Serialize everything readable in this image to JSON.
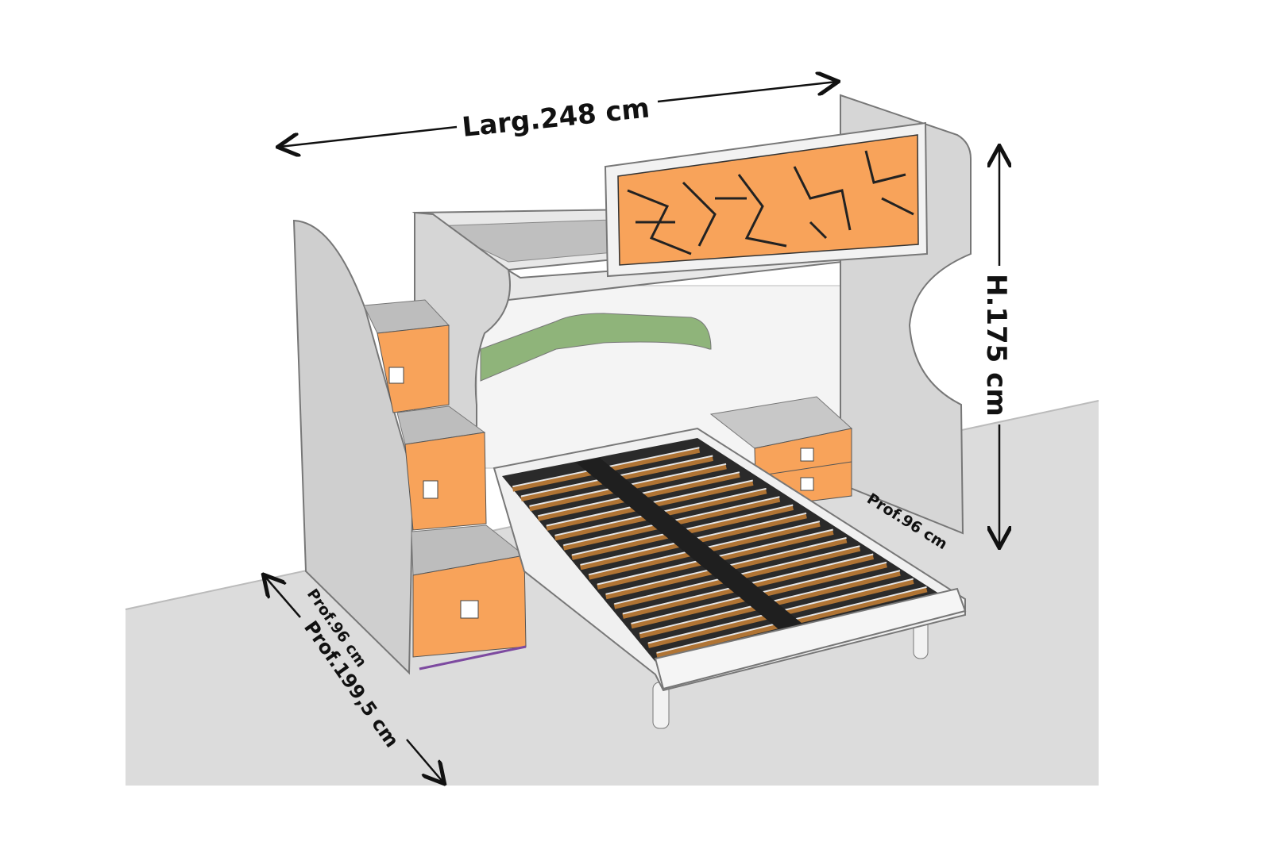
{
  "dimensions": {
    "width_label": "Larg.248 cm",
    "height_label": "H.175  cm",
    "depth_right_label": "Prof.96 cm",
    "depth_left_label": "Prof.96 cm",
    "depth_total_label": "Prof.199,5 cm"
  },
  "colors": {
    "floor": "#dcdcdc",
    "panel": "#d3d3d3",
    "orange": "#f8a35a",
    "green": "#8fb47a",
    "slat": "#b07434",
    "frame": "#2a2a2a"
  },
  "bed": {
    "slat_count": 18
  }
}
